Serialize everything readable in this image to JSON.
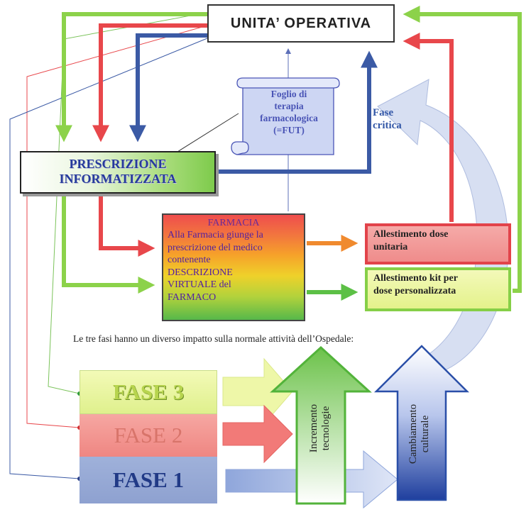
{
  "unita_operativa": "UNITA’ OPERATIVA",
  "prescrizione": {
    "line1": "PRESCRIZIONE",
    "line2": "INFORMATIZZATA"
  },
  "fut": {
    "line1": "Foglio di",
    "line2": "terapia",
    "line3": "farmacologica",
    "line4": "(=FUT)"
  },
  "fase_critica": {
    "line1": "Fase",
    "line2": "critica"
  },
  "farmacia": {
    "title": "FARMACIA",
    "lines": [
      "Alla Farmacia giunge la",
      "prescrizione del medico",
      "contenente",
      "DESCRIZIONE",
      "VIRTUALE del",
      "FARMACO"
    ]
  },
  "dose_unitaria": {
    "line1": "Allestimento dose",
    "line2": "unitaria"
  },
  "kit": {
    "line1": "Allestimento kit per",
    "line2": "dose personalizzata"
  },
  "caption": "Le tre fasi hanno un diverso impatto sulla normale attività dell’Ospedale:",
  "fasi": {
    "fase3": "FASE 3",
    "fase2": "FASE 2",
    "fase1": "FASE 1"
  },
  "incremento": {
    "line1": "Incremento",
    "line2": "tecnologie"
  },
  "cambiamento": {
    "line1": "Cambiamento",
    "line2": "culturale"
  },
  "colors": {
    "green": "#8cd24a",
    "red": "#e8474b",
    "blue": "#3b5aa5",
    "light_blue": "#c9d4ee"
  }
}
